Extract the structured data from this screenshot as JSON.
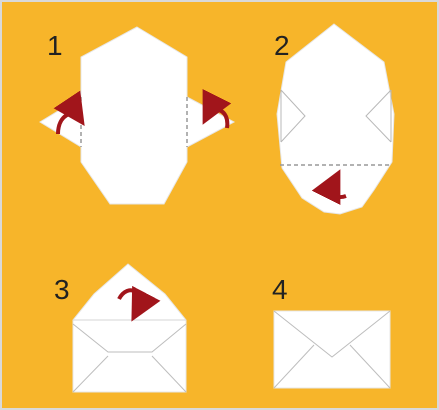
{
  "steps": [
    {
      "number": "1"
    },
    {
      "number": "2"
    },
    {
      "number": "3"
    },
    {
      "number": "4"
    }
  ],
  "colors": {
    "background": "#f7b52a",
    "paper": "#ffffff",
    "fold_line": "#999999",
    "arrow": "#a1151b"
  },
  "icons": [
    "fold-arrow-icon",
    "envelope-icon"
  ]
}
